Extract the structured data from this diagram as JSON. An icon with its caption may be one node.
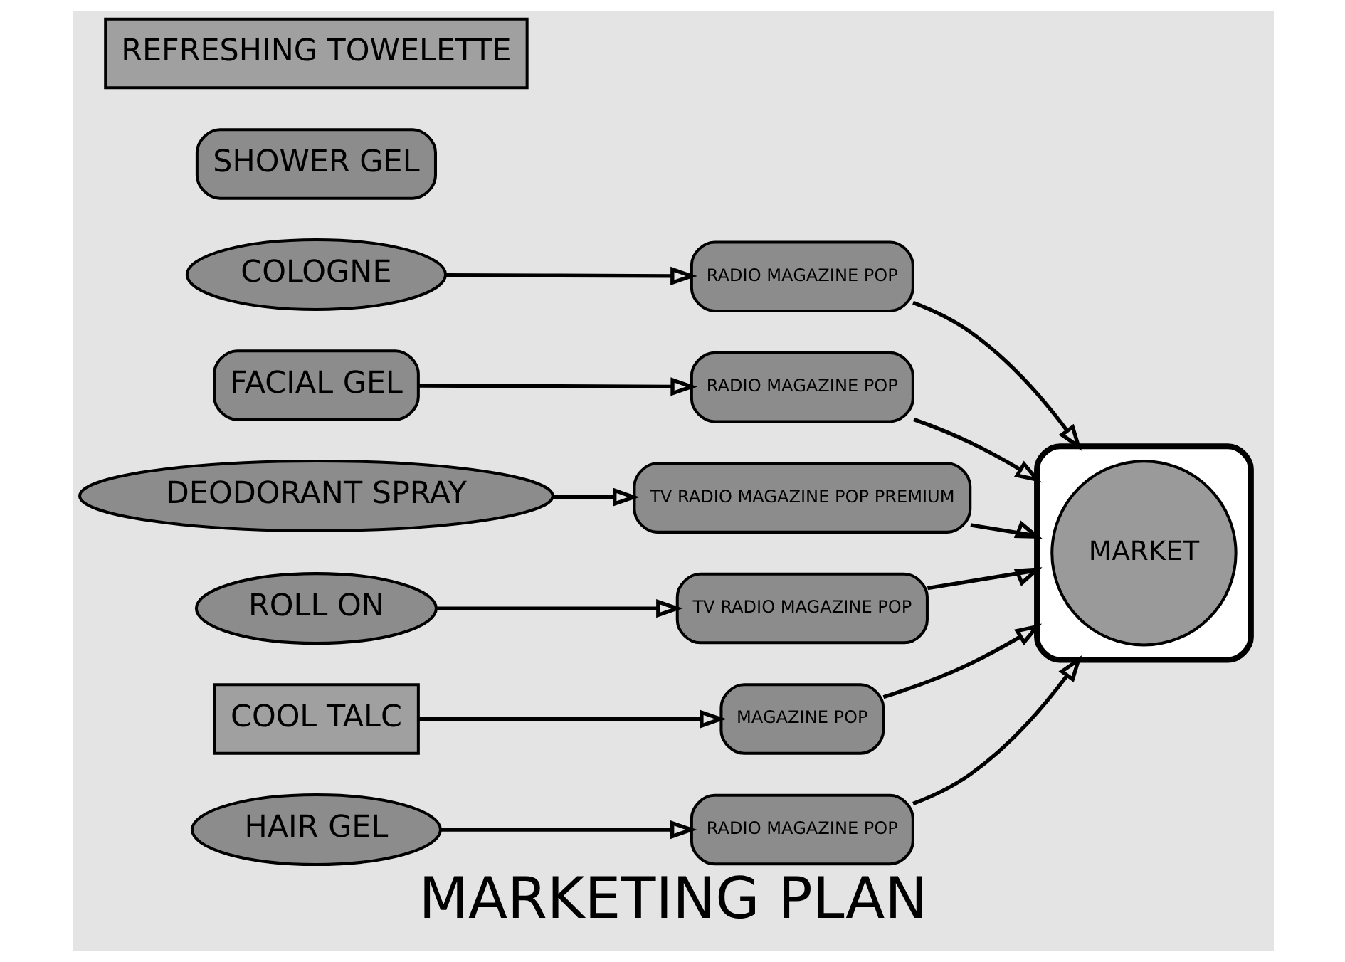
{
  "diagram": {
    "title": "MARKETING PLAN",
    "nodes": [
      {
        "text": [],
        "shape": "cloud"
      },
      {
        "text": [
          "MARKET"
        ],
        "in": 0
      },
      {
        "text": [
          "SHOWER GEL"
        ]
      },
      {
        "text": [
          "COLOGNE"
        ]
      },
      {
        "text": [
          "FACIAL GEL"
        ]
      },
      {
        "text": [
          "RADIO MAGAZINE POP"
        ]
      },
      {
        "text": [
          "RADIO MAGAZINE POP"
        ]
      },
      {
        "text": [
          "TV RADIO MAGAZINE POP PREMIUM"
        ]
      },
      {
        "text": [
          "DEODORANT SPRAY"
        ]
      },
      {
        "text": [
          "ROLL ON"
        ]
      },
      {
        "text": [
          "TV RADIO MAGAZINE POP"
        ]
      },
      {
        "text": [
          "MAGAZINE POP"
        ]
      },
      {
        "text": [
          "RADIO MAGAZINE POP"
        ]
      },
      {
        "text": [
          "HAIR GEL"
        ]
      },
      {
        "text": [
          "COOL TALC"
        ]
      },
      {
        "text": [
          "REFRESHING TOWELETTE"
        ]
      }
    ],
    "edges": [
      {
        "from": 3,
        "to": 5,
        "arrow": "to"
      },
      {
        "from": 5,
        "to": 0,
        "arrow": "to"
      },
      {
        "from": 4,
        "to": 6,
        "arrow": "to"
      },
      {
        "from": 6,
        "to": 0,
        "arrow": "to"
      },
      {
        "from": 8,
        "to": 7,
        "arrow": "to"
      },
      {
        "from": 7,
        "to": 0,
        "arrow": "to"
      },
      {
        "from": 9,
        "to": 10,
        "arrow": "to"
      },
      {
        "from": 10,
        "to": 0,
        "arrow": "to"
      },
      {
        "from": 11,
        "to": 0,
        "arrow": "to"
      },
      {
        "from": 12,
        "to": 0,
        "arrow": "to"
      },
      {
        "from": 13,
        "to": 12,
        "arrow": "to"
      },
      {
        "from": 14,
        "to": 11,
        "arrow": "to"
      }
    ]
  }
}
